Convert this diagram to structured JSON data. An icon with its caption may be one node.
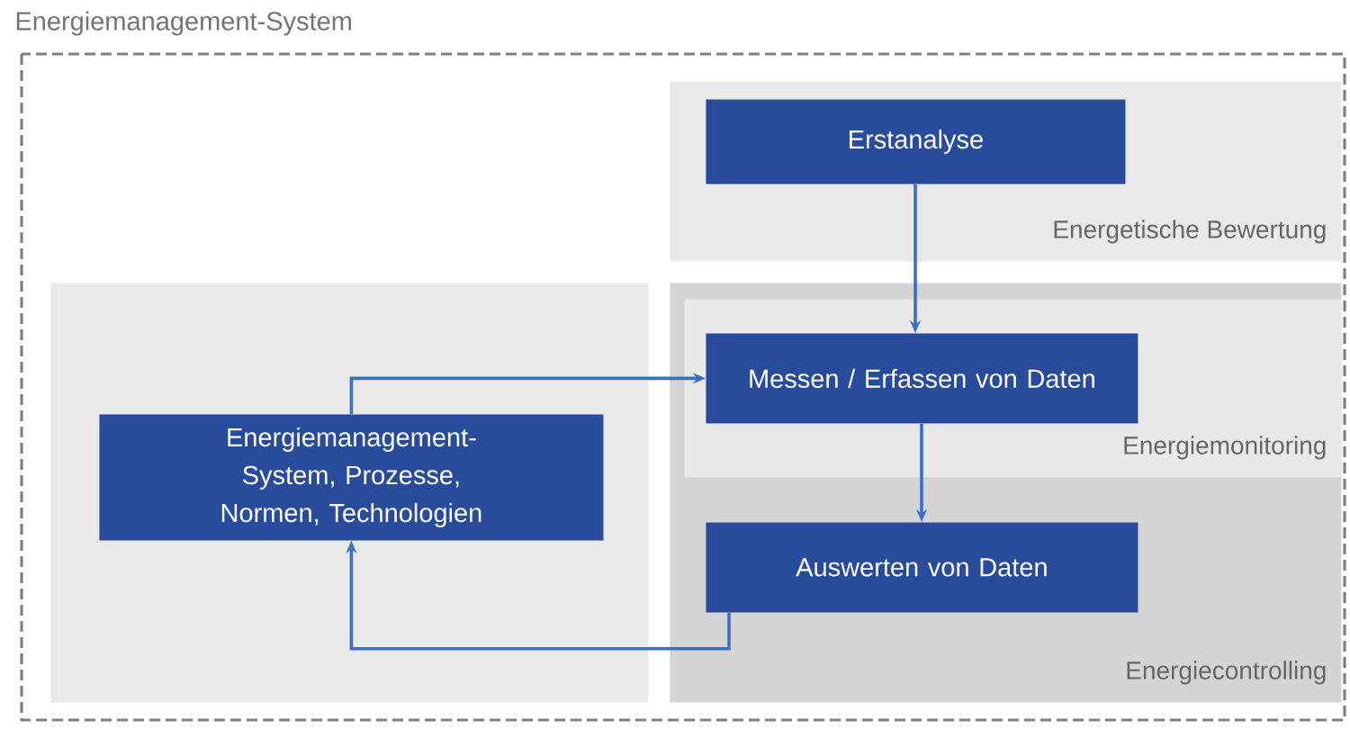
{
  "diagram": {
    "title": "Energiemanagement-System",
    "nodes": [
      {
        "text": [
          "Energetische Bewertung"
        ]
      },
      {
        "text": [
          "Erstanalyse"
        ],
        "in": 0
      },
      {
        "text": [],
        "shape": "box"
      },
      {
        "text": [
          "Energiemanagement-System, Prozesse, Normen, Technologien"
        ],
        "in": 2
      },
      {
        "text": [
          "Energiecontrolling"
        ]
      },
      {
        "text": [
          "Energiemonitoring"
        ],
        "in": 4
      },
      {
        "text": [
          "Messen / Erfassen von Daten"
        ],
        "in": 5
      },
      {
        "text": [
          "Auswerten von Daten"
        ],
        "in": 4
      }
    ],
    "edges": [
      {
        "from": 1,
        "to": 6,
        "arrow": "to"
      },
      {
        "from": 6,
        "to": 7,
        "arrow": "to"
      },
      {
        "from": 7,
        "to": 3,
        "arrow": "to"
      },
      {
        "from": 3,
        "to": 6,
        "arrow": "to"
      }
    ]
  }
}
